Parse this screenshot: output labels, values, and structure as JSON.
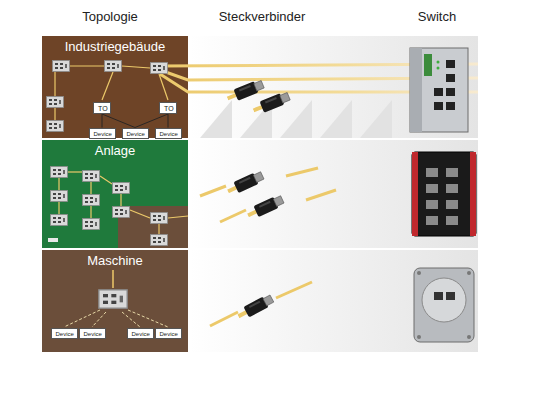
{
  "diagram": {
    "nodes": [
      {
        "text": [
          "Industriegebäude"
        ]
      },
      {
        "text": [
          "TO"
        ],
        "in": 0
      },
      {
        "text": [
          "TO"
        ],
        "in": 0
      },
      {
        "text": [
          "Device"
        ],
        "in": 0
      },
      {
        "text": [
          "Device"
        ],
        "in": 0
      },
      {
        "text": [
          "Device"
        ],
        "in": 0
      },
      {
        "text": [
          "Anlage"
        ]
      },
      {
        "text": [
          "Maschine"
        ]
      },
      {
        "text": [
          "Device"
        ],
        "in": 7
      },
      {
        "text": [
          "Device"
        ],
        "in": 7
      },
      {
        "text": [
          "Device"
        ],
        "in": 7
      },
      {
        "text": [
          "Device"
        ],
        "in": 7
      }
    ],
    "edges": [
      {
        "from": 1,
        "to": 3,
        "arrow": "none"
      },
      {
        "from": 1,
        "to": 4,
        "arrow": "none"
      },
      {
        "from": 2,
        "to": 4,
        "arrow": "none"
      },
      {
        "from": 2,
        "to": 5,
        "arrow": "none"
      }
    ],
    "labels": [
      "Topologie",
      "Steckverbinder",
      "Switch"
    ]
  }
}
